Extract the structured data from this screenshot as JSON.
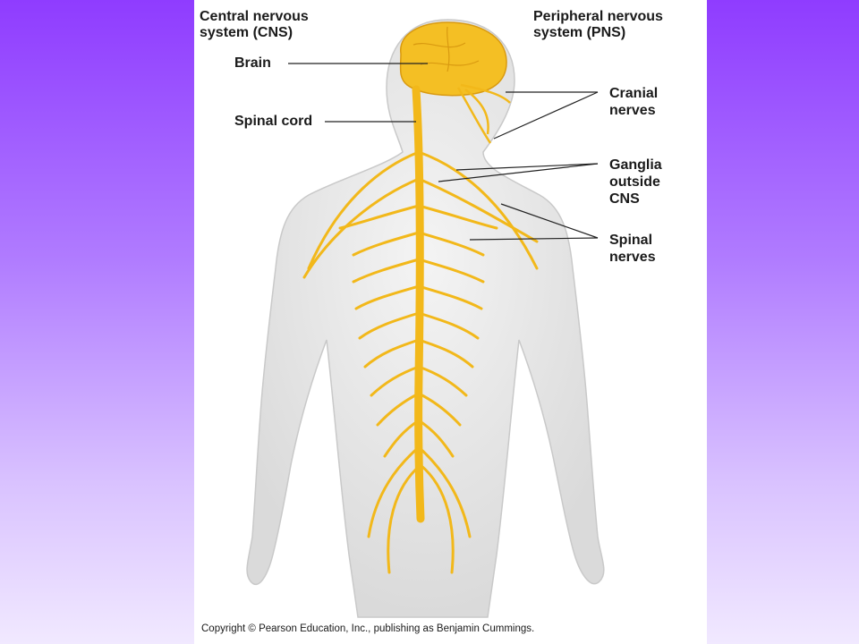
{
  "colors": {
    "background_top": "#8f3cff",
    "background_bottom": "#f1e9ff",
    "nerve": "#f2b81a",
    "body": "#e6e6e6"
  },
  "headings": {
    "cns": {
      "line1": "Central nervous",
      "line2": "system (CNS)"
    },
    "pns": {
      "line1": "Peripheral nervous",
      "line2": "system (PNS)"
    }
  },
  "labels": {
    "brain": "Brain",
    "spinal_cord": "Spinal cord",
    "cranial_nerves": {
      "line1": "Cranial",
      "line2": "nerves"
    },
    "ganglia": {
      "line1": "Ganglia",
      "line2": "outside",
      "line3": "CNS"
    },
    "spinal_nerves": {
      "line1": "Spinal",
      "line2": "nerves"
    }
  },
  "copyright": "Copyright © Pearson Education, Inc., publishing as Benjamin Cummings."
}
